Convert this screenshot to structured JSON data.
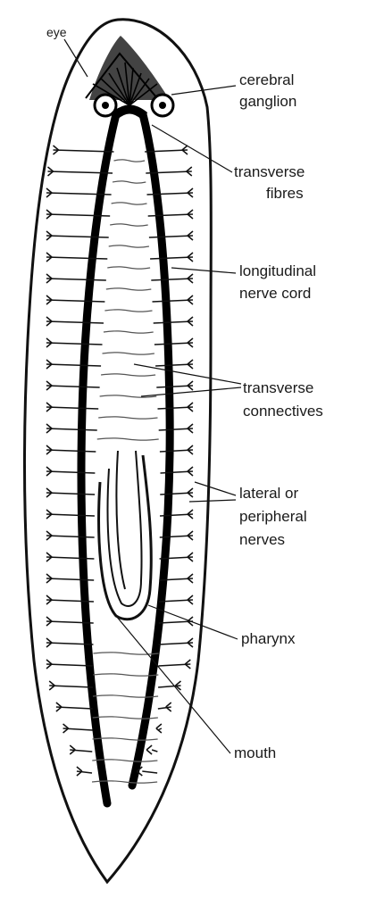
{
  "labels": {
    "eye": "eye",
    "cerebral_ganglion": [
      "cerebral",
      "ganglion"
    ],
    "transverse_fibres": [
      "transverse",
      "fibres"
    ],
    "longitudinal_nerve_cord": [
      "longitudinal",
      "nerve cord"
    ],
    "transverse_connectives": [
      "transverse",
      "connectives"
    ],
    "lateral_nerves": [
      "lateral or",
      "peripheral",
      "nerves"
    ],
    "pharynx": "pharynx",
    "mouth": "mouth"
  },
  "colors": {
    "ink": "#111111",
    "faint_ink": "#555555",
    "background": "#ffffff"
  }
}
